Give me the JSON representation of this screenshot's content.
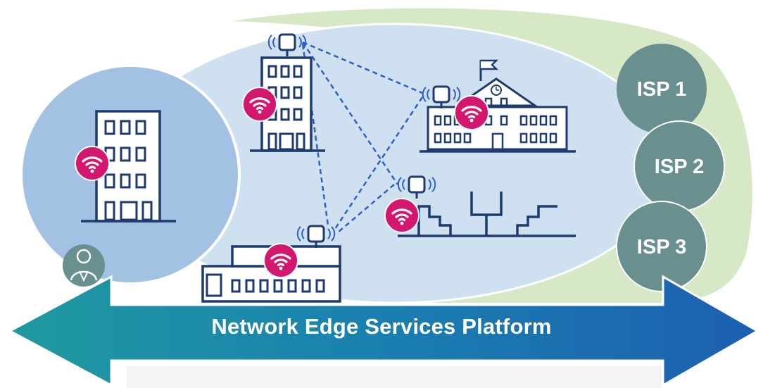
{
  "isps": [
    {
      "label": "ISP 1"
    },
    {
      "label": "ISP 2"
    },
    {
      "label": "ISP 3"
    }
  ],
  "platform": {
    "label": "Network Edge Services Platform"
  },
  "icons": {
    "wifi": "wifi-icon",
    "access_point": "access-point-icon",
    "user": "user-icon",
    "clock": "clock-icon",
    "flag": "flag-icon"
  },
  "colors": {
    "campus_ellipse": "#cfe0f1",
    "green_area": "#d6e8c6",
    "left_circle": "#a3c1e2",
    "building_stroke": "#1e3a6e",
    "wifi_badge": "#d3176f",
    "isp_circle": "#6a8f8f",
    "mesh_link": "#2f5ec8",
    "arrow_left": "#1f9aa0",
    "arrow_right": "#1d5fb0"
  }
}
